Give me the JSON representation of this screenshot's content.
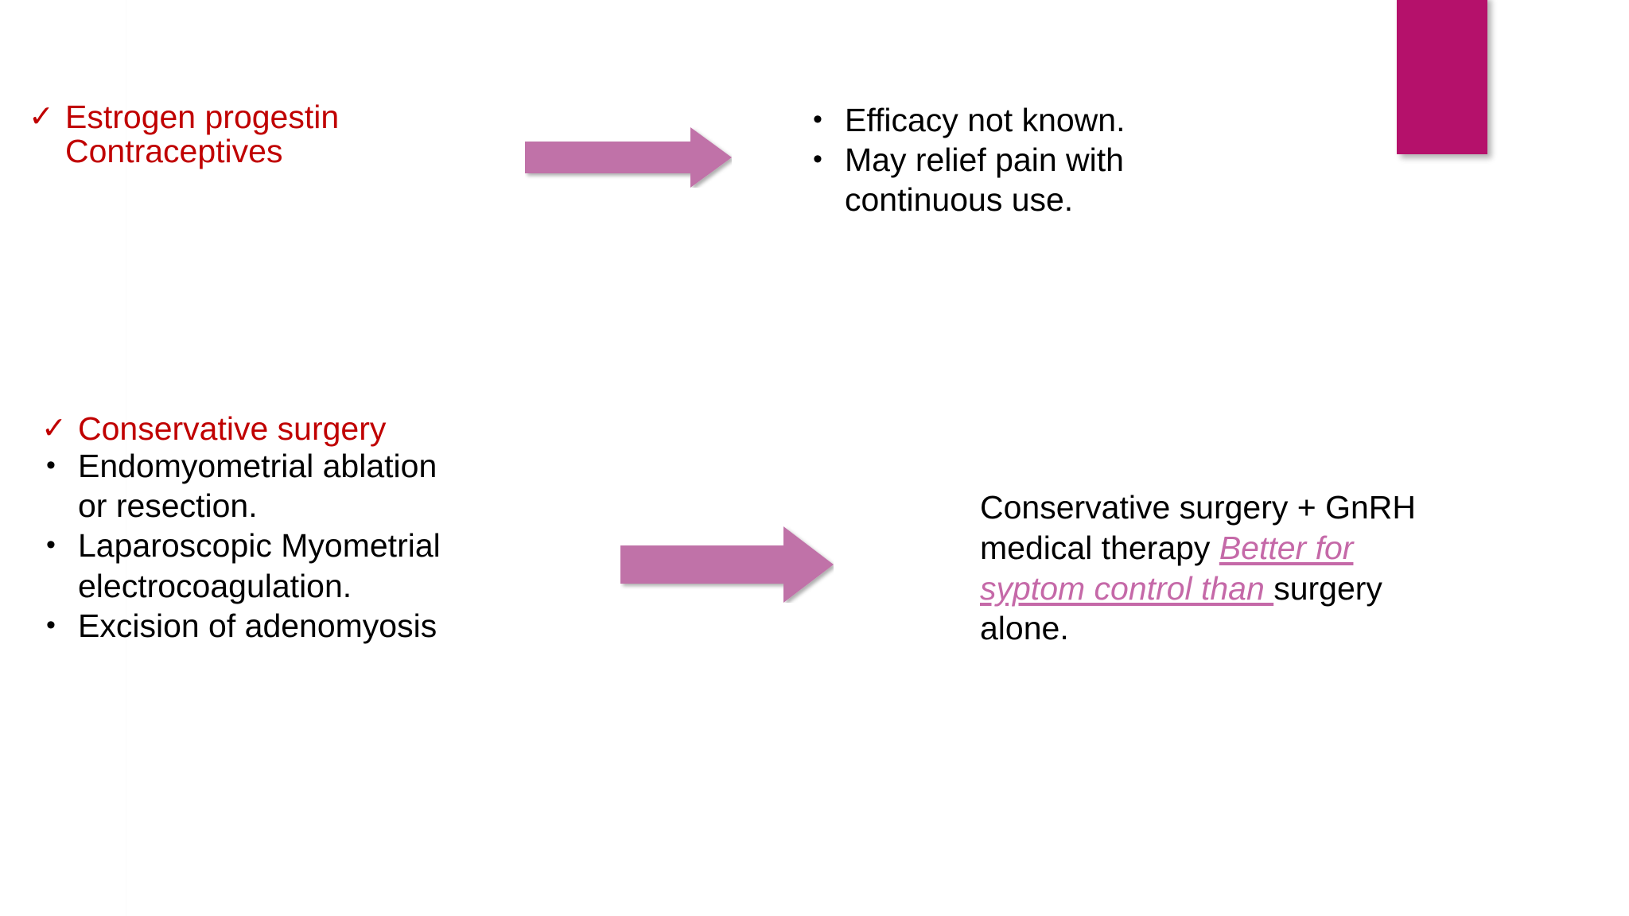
{
  "slide": {
    "background_color": "#ffffff",
    "accent_color": "#b5116b",
    "heading_color": "#c00000",
    "arrow_color": "#c072a8",
    "emphasis_color": "#c569a8",
    "body_color": "#000000"
  },
  "accent_block": {
    "name": "decorative-magenta-block",
    "color": "#b5116b"
  },
  "sections": {
    "top": {
      "heading": {
        "marker": "✓",
        "text": "Estrogen progestin\nContraceptives"
      },
      "arrow": {
        "direction": "right",
        "color": "#c072a8"
      },
      "bullets": [
        "Efficacy not known.",
        "May relief pain with continuous use."
      ]
    },
    "bottom": {
      "heading": {
        "marker": "✓",
        "text": "Conservative surgery"
      },
      "bullets": [
        "Endomyometrial ablation or resection.",
        "Laparoscopic Myometrial electrocoagulation.",
        "Excision of adenomyosis"
      ],
      "arrow": {
        "direction": "right",
        "color": "#c072a8"
      },
      "outcome": {
        "lead": "Conservative surgery + GnRH medical therapy ",
        "emphasis": "Better for syptom control than ",
        "tail": "surgery alone."
      }
    }
  }
}
